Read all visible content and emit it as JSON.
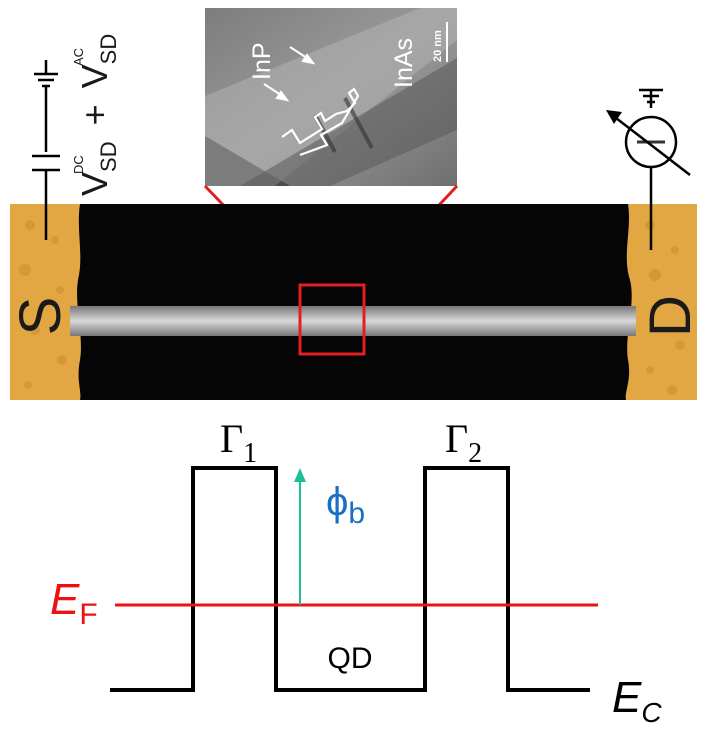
{
  "inset": {
    "material_1": "InP",
    "material_2": "InAs",
    "scalebar": "20 nm"
  },
  "device": {
    "source": "S",
    "drain": "D",
    "bias_label": {
      "v1": "V",
      "v1_sup": "DC",
      "v1_sub": "SD",
      "plus": "+",
      "v2": "V",
      "v2_sup": "AC",
      "v2_sub": "SD"
    }
  },
  "band_diagram": {
    "gamma": "Γ",
    "gamma1_sub": "1",
    "gamma2_sub": "2",
    "phi": "ϕ",
    "phi_sub": "b",
    "fermi": "E",
    "fermi_sub": "F",
    "conduction": "E",
    "conduction_sub": "C",
    "dot": "QD"
  },
  "colors": {
    "electrode": "#e2a643",
    "highlight": "#e02020",
    "fermi_line": "#ee1111",
    "phi_arrow": "#1fbf95",
    "phi_text": "#1a6fc4",
    "band": "#000000"
  }
}
